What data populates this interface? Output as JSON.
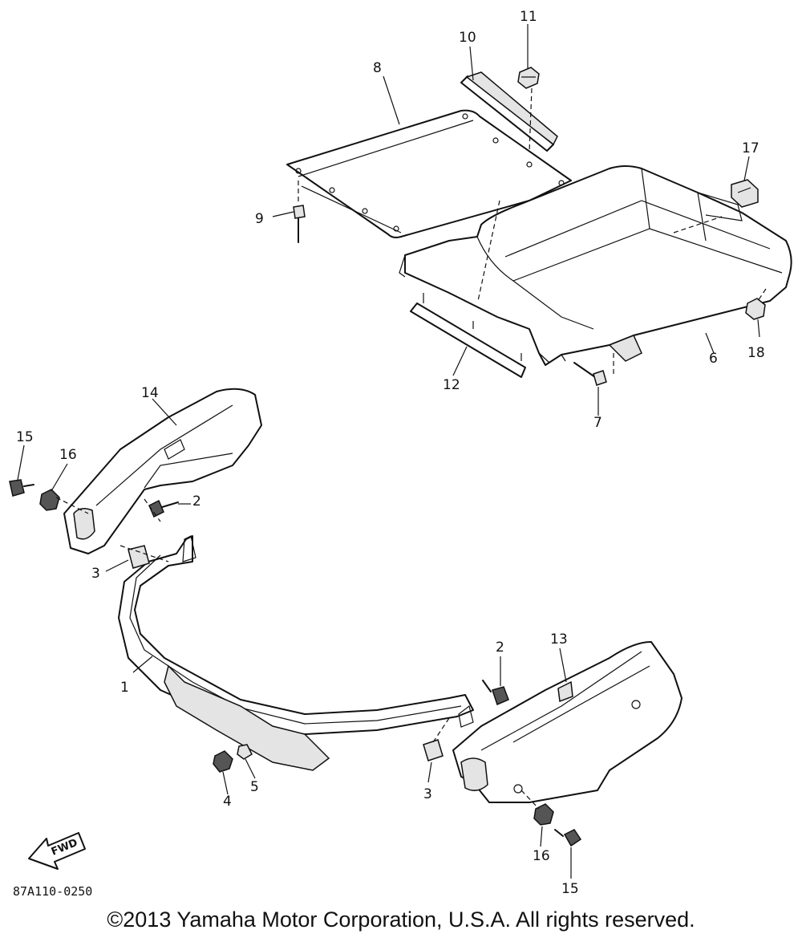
{
  "callouts": {
    "c1": "1",
    "c2a": "2",
    "c2b": "2",
    "c3a": "3",
    "c3b": "3",
    "c4": "4",
    "c5": "5",
    "c6": "6",
    "c7": "7",
    "c8": "8",
    "c9": "9",
    "c10": "10",
    "c11": "11",
    "c12": "12",
    "c13": "13",
    "c14": "14",
    "c15a": "15",
    "c15b": "15",
    "c16a": "16",
    "c16b": "16",
    "c17": "17",
    "c18": "18"
  },
  "fwd_label": "FWD",
  "diagram_code": "87A110-0250",
  "copyright": "©2013 Yamaha Motor Corporation, U.S.A. All rights reserved."
}
